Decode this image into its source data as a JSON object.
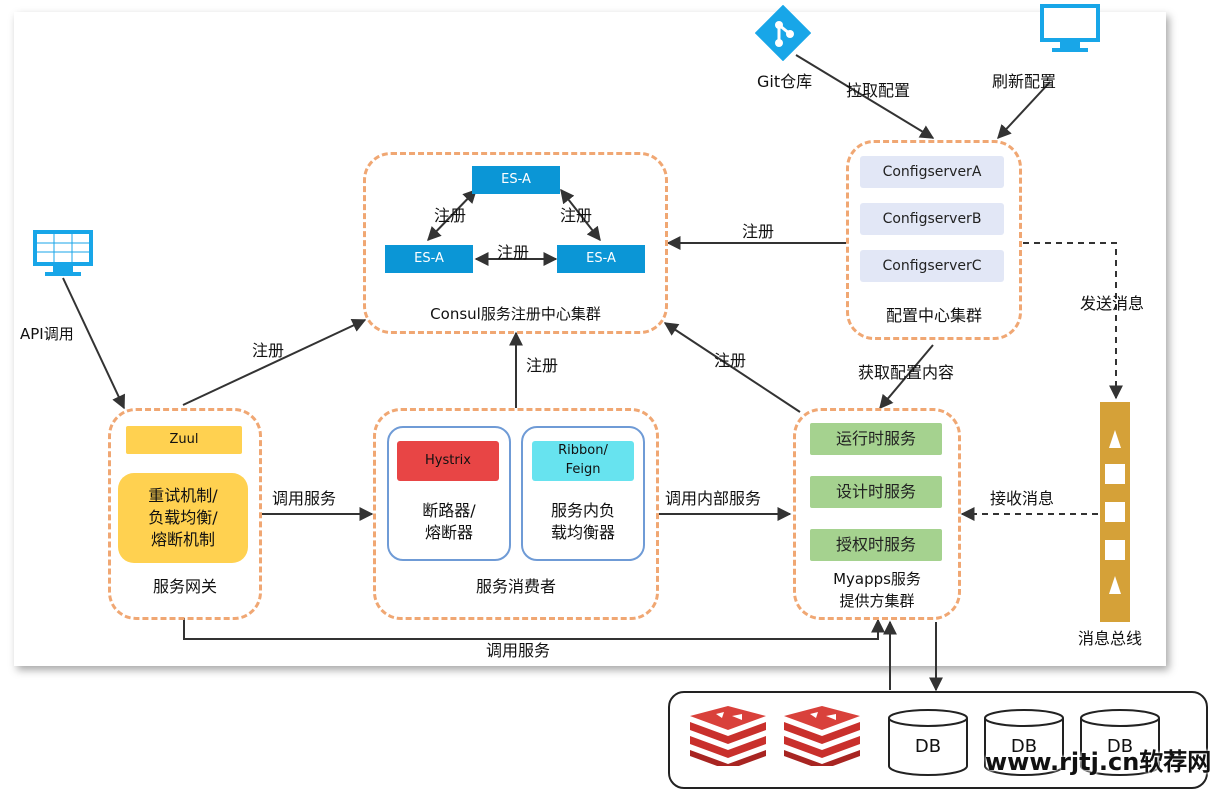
{
  "top": {
    "git_label": "Git仓库",
    "pull_config_label": "拉取配置",
    "refresh_config_label": "刷新配置"
  },
  "consul": {
    "es_top": "ES-A",
    "es_left": "ES-A",
    "es_right": "ES-A",
    "reg_left": "注册",
    "reg_right": "注册",
    "reg_middle": "注册",
    "cluster_label": "Consul服务注册中心集群"
  },
  "config": {
    "servers": [
      "ConfigserverA",
      "ConfigserverB",
      "ConfigserverC"
    ],
    "cluster_label": "配置中心集群",
    "register_label": "注册",
    "send_message_label": "发送消息",
    "fetch_config_label": "获取配置内容"
  },
  "gateway": {
    "api_call_label": "API调用",
    "register_label": "注册",
    "zuul_label": "Zuul",
    "features_label": "重试机制/\n负载均衡/\n熔断机制",
    "title": "服务网关",
    "call_service_label": "调用服务"
  },
  "consumer": {
    "register_label": "注册",
    "hystrix_label": "Hystrix",
    "ribbon_label": "Ribbon/\nFeign",
    "breaker_label": "断路器/\n熔断器",
    "lb_label": "服务内负\n载均衡器",
    "title": "服务消费者",
    "call_internal_label": "调用内部服务"
  },
  "myapps": {
    "register_label": "注册",
    "services": [
      "运行时服务",
      "设计时服务",
      "授权时服务"
    ],
    "title": "Myapps服务\n提供方集群",
    "receive_message_label": "接收消息"
  },
  "bottom": {
    "call_service_label": "调用服务",
    "bus_label": "消息总线"
  },
  "db": {
    "labels": [
      "DB",
      "DB",
      "DB"
    ]
  },
  "watermark": "www.rjtj.cn软荐网",
  "colors": {
    "dashed_border": "#f0a773",
    "es_blue": "#0b96d6",
    "config_bg": "#e2e7f6",
    "service_green": "#a5d28f",
    "zuul_yellow": "#ffd150",
    "hystrix_red": "#e84545",
    "ribbon_cyan": "#67e3ef",
    "bus_gold": "#d5a138",
    "redis_red": "#c9302c",
    "icon_blue": "#18a6e8"
  }
}
